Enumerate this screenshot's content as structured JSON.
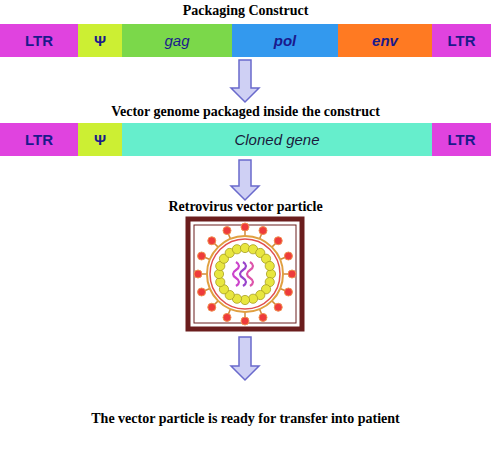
{
  "diagram": {
    "title": "Packaging Construct",
    "nodes": [
      {
        "text": [
          "LTR"
        ]
      },
      {
        "text": [
          "Ψ"
        ]
      },
      {
        "text": [
          "gag"
        ]
      },
      {
        "text": [
          "pol"
        ]
      },
      {
        "text": [
          "env"
        ]
      },
      {
        "text": [
          "LTR"
        ]
      },
      {
        "text": [
          "LTR"
        ]
      },
      {
        "text": [
          "Ψ"
        ]
      },
      {
        "text": [
          "Cloned gene"
        ]
      },
      {
        "text": [
          "LTR"
        ]
      }
    ],
    "labels": [
      "Vector genome packaged inside the construct",
      "Retrovirus vector particle",
      "The vector particle is ready for transfer into patient"
    ]
  }
}
